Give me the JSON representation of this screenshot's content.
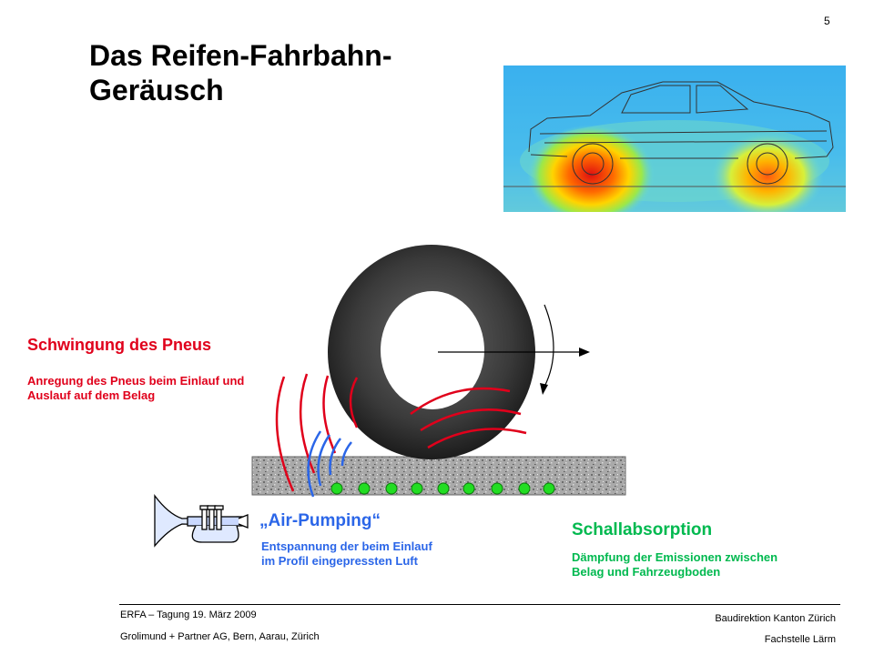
{
  "page_number": "5",
  "title": "Das Reifen-Fahrbahn-Geräusch",
  "tire_vibration": {
    "heading": "Schwingung des Pneus",
    "description": "Anregung des Pneus beim Einlauf und Auslauf auf dem Belag",
    "color": "#e0001b"
  },
  "air_pumping": {
    "heading": "„Air-Pumping“",
    "description": "Entspannung der beim Einlauf im Profil eingepressten Luft",
    "color": "#2b66e8"
  },
  "sound_absorption": {
    "heading": "Schallabsorption",
    "description": "Dämpfung der Emissionen zwischen Belag und Fahrzeugboden",
    "color": "#00b94f"
  },
  "footer": {
    "event": "ERFA – Tagung 19. März 2009",
    "company": "Grolimund + Partner AG, Bern, Aarau, Zürich",
    "department": "Baudirektion Kanton Zürich",
    "unit": "Fachstelle Lärm"
  },
  "icons": [
    "car-noise-map-icon",
    "trumpet-icon",
    "rotation-arrow-icon"
  ]
}
